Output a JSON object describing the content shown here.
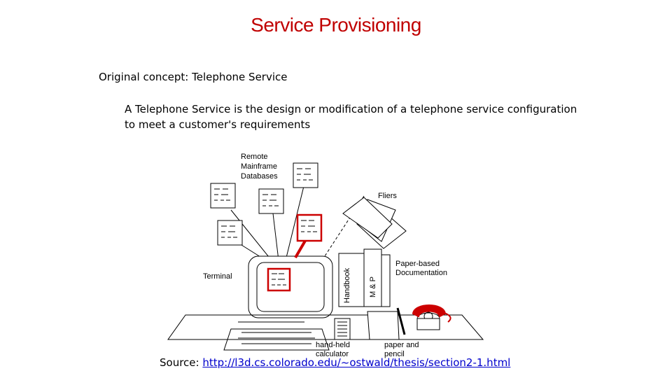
{
  "slide": {
    "title": "Service Provisioning",
    "concept": "Original concept: Telephone Service",
    "description": "A Telephone Service is the design or modification of a telephone service configuration to meet a customer's requirements",
    "source_label": "Source:",
    "source_url": "http://l3d.cs.colorado.edu/~ostwald/thesis/section2-1.html"
  },
  "diagram": {
    "remote_line1": "Remote",
    "remote_line2": "Mainframe",
    "remote_line3": "Databases",
    "fliers": "Fliers",
    "terminal": "Terminal",
    "handbook": "Handbook",
    "mp": "M & P",
    "paper_doc_line1": "Paper-based",
    "paper_doc_line2": "Documentation",
    "calc_line1": "hand-held",
    "calc_line2": "calculator",
    "pencil_line1": "paper and",
    "pencil_line2": "pencil"
  },
  "colors": {
    "title": "#c00000",
    "highlight": "#cc0000",
    "link": "#0000cc"
  }
}
